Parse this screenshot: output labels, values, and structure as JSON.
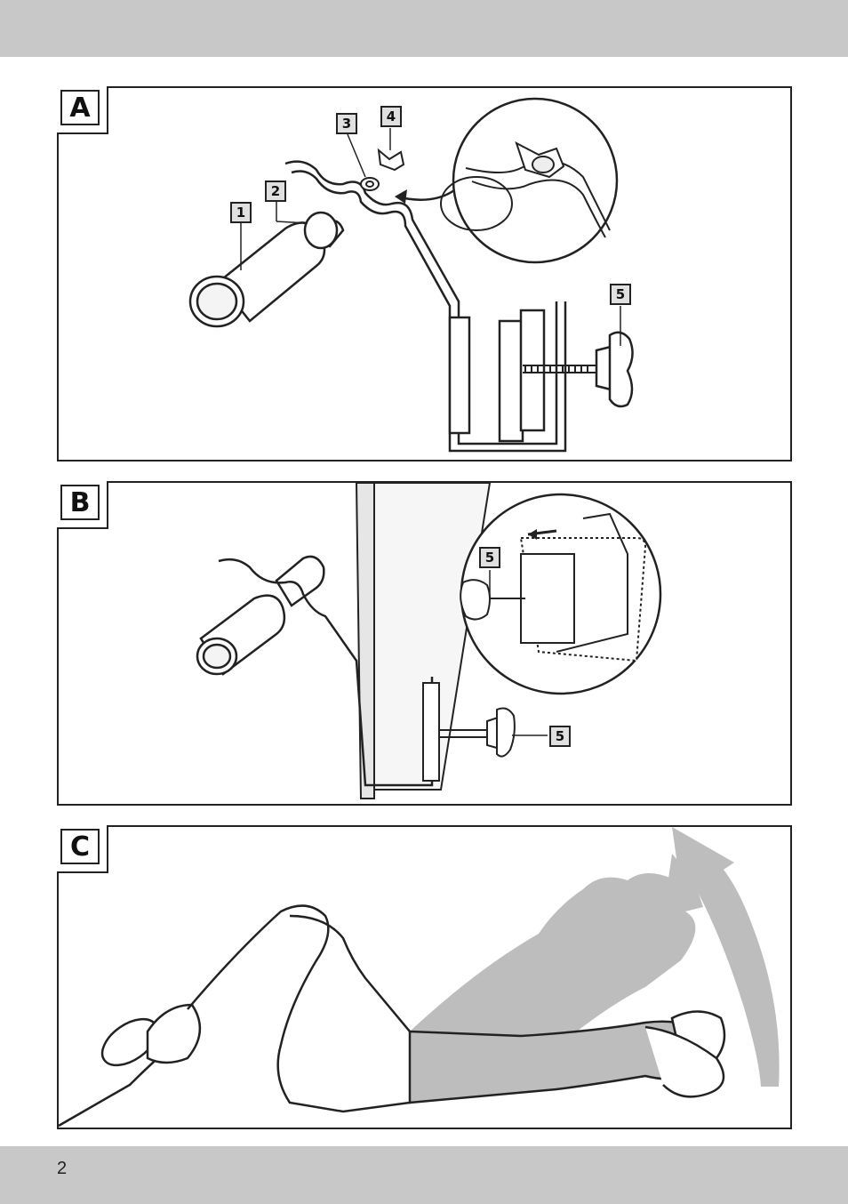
{
  "page": {
    "number": "2"
  },
  "panels": {
    "a": {
      "label": "A",
      "callouts": {
        "c1": "1",
        "c2": "2",
        "c3": "3",
        "c4": "4",
        "c5": "5"
      }
    },
    "b": {
      "label": "B",
      "callouts": {
        "c5_inset": "5",
        "c5_main": "5"
      }
    },
    "c": {
      "label": "C"
    }
  },
  "colors": {
    "band": "#c8c8c8",
    "line": "#222222",
    "shadow": "#bdbdbd",
    "callout_fill": "#e0e0e0"
  },
  "icons": [
    "roller-pad",
    "bracket",
    "washer",
    "wing-nut",
    "clamp-knob",
    "arrow",
    "magnifier-inset",
    "exerciser-figure"
  ]
}
